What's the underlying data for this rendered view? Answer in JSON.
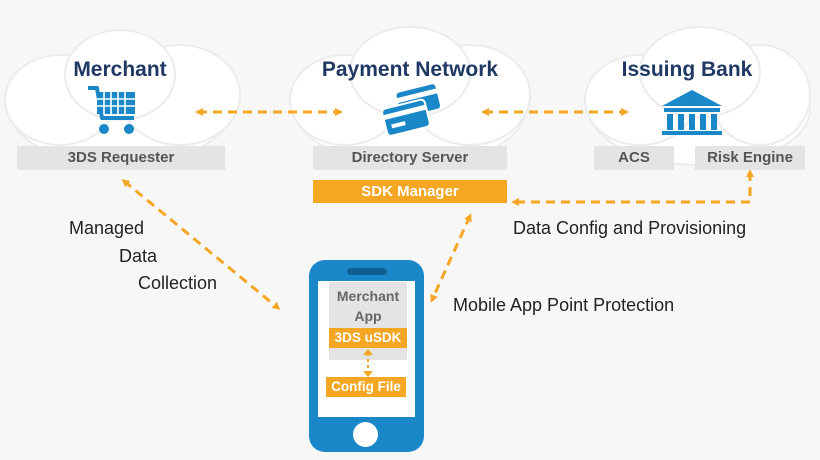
{
  "nodes": {
    "merchant": {
      "title": "Merchant",
      "box": "3DS Requester",
      "icon": "shopping-cart-icon"
    },
    "network": {
      "title": "Payment Network",
      "box": "Directory Server",
      "manager": "SDK Manager",
      "icon": "credit-cards-icon"
    },
    "bank": {
      "title": "Issuing Bank",
      "box_left": "ACS",
      "box_right": "Risk Engine",
      "icon": "bank-building-icon"
    }
  },
  "phone": {
    "app_line1": "Merchant",
    "app_line2": "App",
    "sdk": "3DS uSDK",
    "config": "Config File"
  },
  "captions": {
    "managed": [
      "Managed",
      "Data",
      "Collection"
    ],
    "data_config": "Data Config and Provisioning",
    "mobile_protection": "Mobile App Point Protection"
  },
  "colors": {
    "title": "#1f3864",
    "icon": "#1a87c8",
    "arrow": "#f5a623",
    "label_bg": "#e4e4e4",
    "cloud": "#ffffff"
  }
}
